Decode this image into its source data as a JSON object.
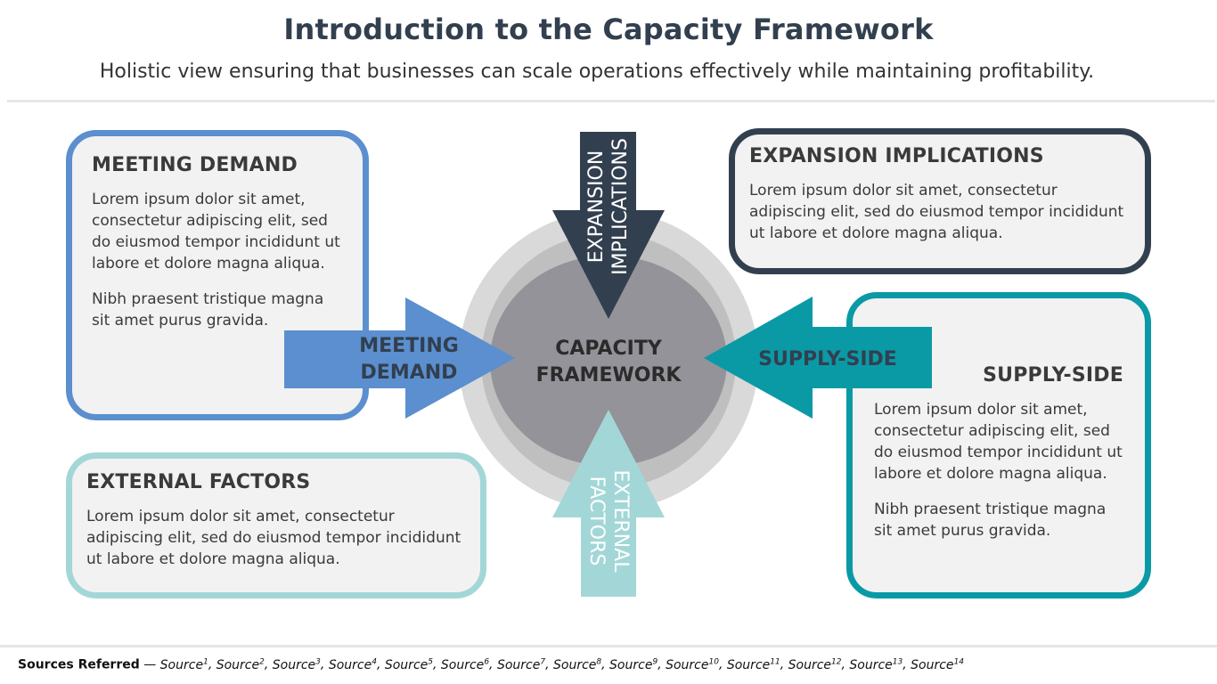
{
  "header": {
    "title": "Introduction to the Capacity Framework",
    "subtitle": "Holistic view ensuring that businesses can scale operations effectively while maintaining profitability."
  },
  "center": {
    "line1": "CAPACITY",
    "line2": "FRAMEWORK"
  },
  "arrows": {
    "meeting_demand": {
      "line1": "MEETING",
      "line2": "DEMAND",
      "color": "#5b8fcf"
    },
    "supply_side": {
      "label": "SUPPLY-SIDE",
      "color": "#0a9aa6"
    },
    "expansion_implications": {
      "line1": "EXPANSION",
      "line2": "IMPLICATIONS",
      "color": "#323f4f"
    },
    "external_factors": {
      "line1": "EXTERNAL",
      "line2": "FACTORS",
      "color": "#a3d7d7"
    }
  },
  "boxes": {
    "meeting_demand": {
      "title": "MEETING DEMAND",
      "p1": "Lorem ipsum dolor sit amet, consectetur adipiscing elit, sed do eiusmod tempor incididunt ut labore et dolore magna aliqua.",
      "p2": "Nibh praesent tristique magna sit amet purus gravida."
    },
    "expansion_implications": {
      "title": "EXPANSION IMPLICATIONS",
      "p1": "Lorem ipsum dolor sit amet, consectetur adipiscing elit, sed do eiusmod tempor incididunt ut labore et dolore magna aliqua."
    },
    "external_factors": {
      "title": "EXTERNAL FACTORS",
      "p1": "Lorem ipsum dolor sit amet, consectetur adipiscing elit, sed do eiusmod tempor incididunt ut labore et dolore magna aliqua."
    },
    "supply_side": {
      "title": "SUPPLY-SIDE",
      "p1": "Lorem ipsum dolor sit amet, consectetur adipiscing elit, sed do eiusmod tempor incididunt ut labore et dolore magna aliqua.",
      "p2": "Nibh praesent tristique magna sit amet purus gravida."
    }
  },
  "footer": {
    "sources_label": "Sources Referred",
    "separator": " — ",
    "sources": [
      {
        "name": "Source",
        "sup": "1"
      },
      {
        "name": "Source",
        "sup": "2"
      },
      {
        "name": "Source",
        "sup": "3"
      },
      {
        "name": "Source",
        "sup": "4"
      },
      {
        "name": "Source",
        "sup": "5"
      },
      {
        "name": "Source",
        "sup": "6"
      },
      {
        "name": "Source",
        "sup": "7"
      },
      {
        "name": "Source",
        "sup": "8"
      },
      {
        "name": "Source",
        "sup": "9"
      },
      {
        "name": "Source",
        "sup": "10"
      },
      {
        "name": "Source",
        "sup": "11"
      },
      {
        "name": "Source",
        "sup": "12"
      },
      {
        "name": "Source",
        "sup": "13"
      },
      {
        "name": "Source",
        "sup": "14"
      }
    ]
  }
}
